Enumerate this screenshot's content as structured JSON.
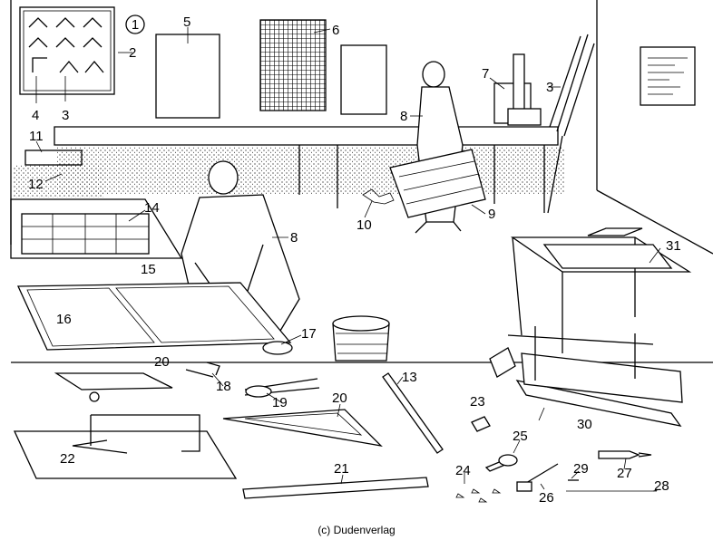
{
  "section_number": "1",
  "labels": [
    "2",
    "3",
    "3",
    "4",
    "5",
    "6",
    "7",
    "8",
    "8",
    "9",
    "10",
    "11",
    "12",
    "13",
    "14",
    "15",
    "16",
    "17",
    "18",
    "19",
    "20",
    "20",
    "21",
    "22",
    "23",
    "24",
    "25",
    "26",
    "27",
    "28",
    "29",
    "30",
    "31"
  ],
  "copyright": "(c) Dudenverlag"
}
